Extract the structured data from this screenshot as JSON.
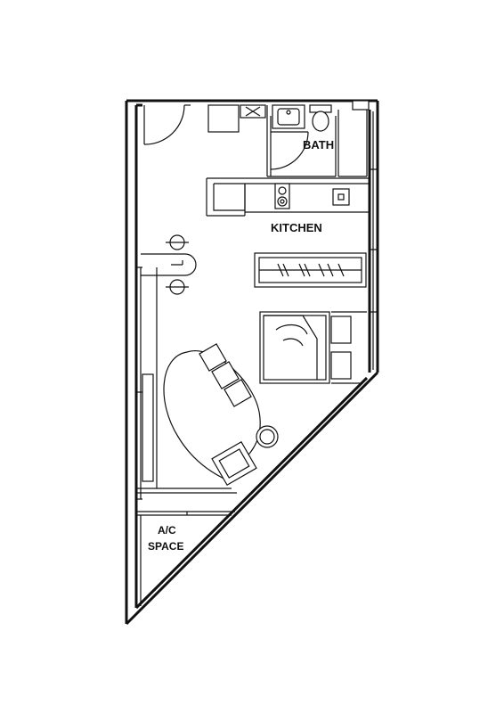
{
  "rooms": {
    "bath": "BATH",
    "kitchen": "KITCHEN",
    "ac_space_line1": "A/C",
    "ac_space_line2": "SPACE"
  },
  "colors": {
    "line": "#111111",
    "background": "#ffffff"
  }
}
